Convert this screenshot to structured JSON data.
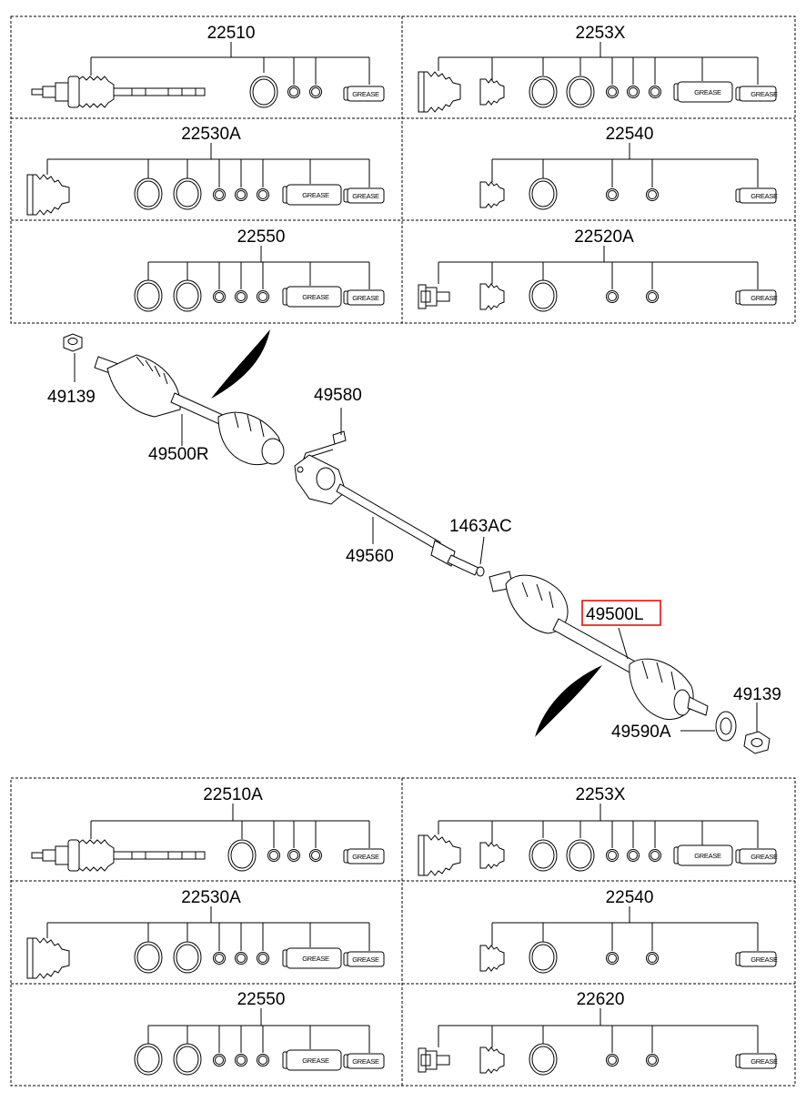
{
  "kit_tables": {
    "top": {
      "cells": [
        {
          "label": "22510"
        },
        {
          "label": "2253X"
        },
        {
          "label": "22530A"
        },
        {
          "label": "22540"
        },
        {
          "label": "22550"
        },
        {
          "label": "22520A"
        }
      ]
    },
    "bottom": {
      "cells": [
        {
          "label": "22510A"
        },
        {
          "label": "2253X"
        },
        {
          "label": "22530A"
        },
        {
          "label": "22540"
        },
        {
          "label": "22550"
        },
        {
          "label": "22620"
        }
      ]
    }
  },
  "grease_text": "GREASE",
  "callouts": {
    "nut_upper": "49139",
    "shaft_right": "49500R",
    "bolt": "49580",
    "bearing_bracket": "49560",
    "snap_ring": "1463AC",
    "shaft_left": "49500L",
    "nut_lower": "49139",
    "dust_seal": "49590A"
  },
  "highlight": {
    "callout": "shaft_left",
    "color": "#e00000"
  }
}
